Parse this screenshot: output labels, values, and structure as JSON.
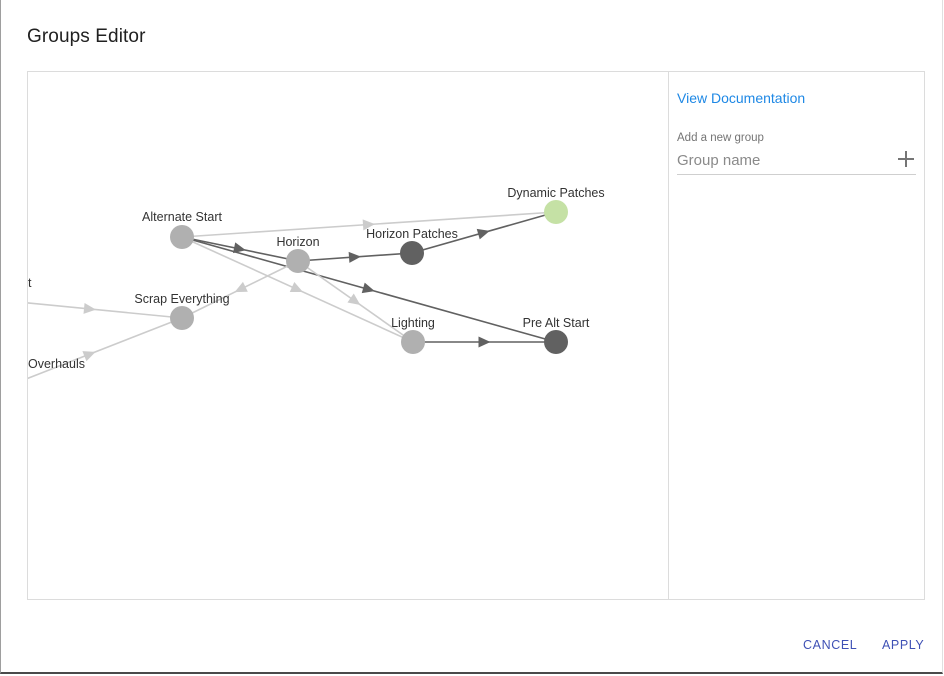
{
  "dialog": {
    "title": "Groups Editor"
  },
  "side_panel": {
    "doc_link": "View Documentation",
    "field_label": "Add a new group",
    "input_placeholder": "Group name",
    "input_value": ""
  },
  "footer": {
    "cancel_label": "CANCEL",
    "apply_label": "APPLY"
  },
  "graph": {
    "nodes": [
      {
        "id": "alternate-start",
        "label": "Alternate Start",
        "color": "#b0b0b0"
      },
      {
        "id": "horizon",
        "label": "Horizon",
        "color": "#b0b0b0"
      },
      {
        "id": "horizon-patches",
        "label": "Horizon Patches",
        "color": "#616161"
      },
      {
        "id": "dynamic-patches",
        "label": "Dynamic Patches",
        "color": "#c5e1a5"
      },
      {
        "id": "scrap-everything",
        "label": "Scrap Everything",
        "color": "#b0b0b0"
      },
      {
        "id": "lighting",
        "label": "Lighting",
        "color": "#b0b0b0"
      },
      {
        "id": "pre-alt-start",
        "label": "Pre Alt Start",
        "color": "#616161"
      },
      {
        "id": "offscreen-t",
        "label": "t",
        "color": "#b0b0b0"
      },
      {
        "id": "overhauls",
        "label": "Overhauls",
        "color": "#b0b0b0"
      }
    ],
    "edges": [
      {
        "from": "alternate-start",
        "to": "dynamic-patches",
        "style": "light"
      },
      {
        "from": "alternate-start",
        "to": "horizon",
        "style": "dark"
      },
      {
        "from": "alternate-start",
        "to": "pre-alt-start",
        "style": "dark"
      },
      {
        "from": "alternate-start",
        "to": "lighting",
        "style": "light"
      },
      {
        "from": "horizon",
        "to": "horizon-patches",
        "style": "dark"
      },
      {
        "from": "horizon-patches",
        "to": "dynamic-patches",
        "style": "dark"
      },
      {
        "from": "horizon",
        "to": "scrap-everything",
        "style": "light"
      },
      {
        "from": "horizon",
        "to": "lighting",
        "style": "light"
      },
      {
        "from": "lighting",
        "to": "pre-alt-start",
        "style": "dark"
      },
      {
        "from": "offscreen-t",
        "to": "scrap-everything",
        "style": "light"
      },
      {
        "from": "overhauls",
        "to": "scrap-everything",
        "style": "light"
      }
    ],
    "colors": {
      "dark_edge": "#616161",
      "light_edge": "#cccccc"
    }
  }
}
